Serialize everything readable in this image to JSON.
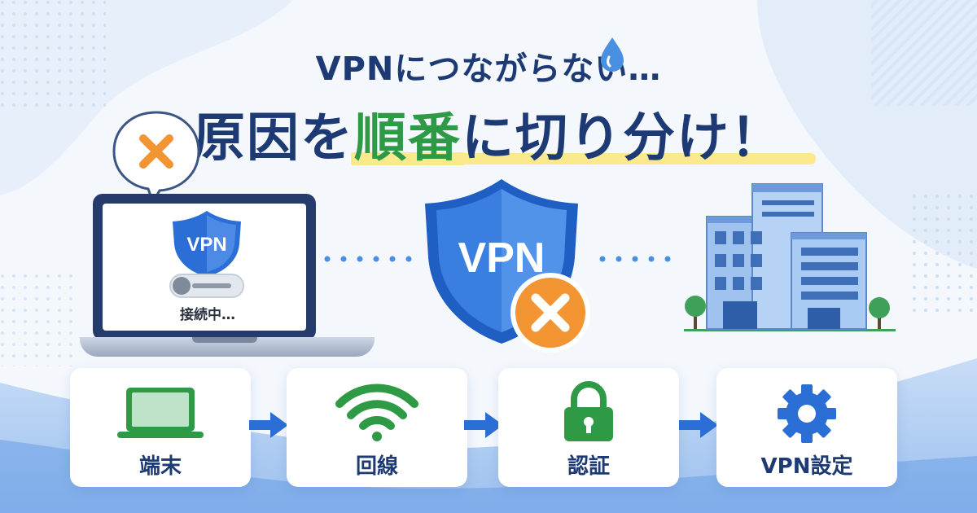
{
  "headline": {
    "line1": "VPNにつながらない…",
    "line2_prefix": "原因を",
    "line2_highlight": "順番",
    "line2_suffix": "に切り分け！"
  },
  "laptop": {
    "shield_text": "VPN",
    "status_text": "接続中…"
  },
  "center_shield": {
    "text": "VPN"
  },
  "steps": [
    {
      "label": "端末",
      "icon": "laptop-icon"
    },
    {
      "label": "回線",
      "icon": "wifi-icon"
    },
    {
      "label": "認証",
      "icon": "lock-icon"
    },
    {
      "label": "VPN設定",
      "icon": "gear-icon"
    }
  ],
  "colors": {
    "navy": "#1d3a75",
    "accent_blue": "#2b6fd6",
    "green": "#2e9a46",
    "error_orange": "#f39433",
    "highlight_yellow": "#fbe98d"
  }
}
